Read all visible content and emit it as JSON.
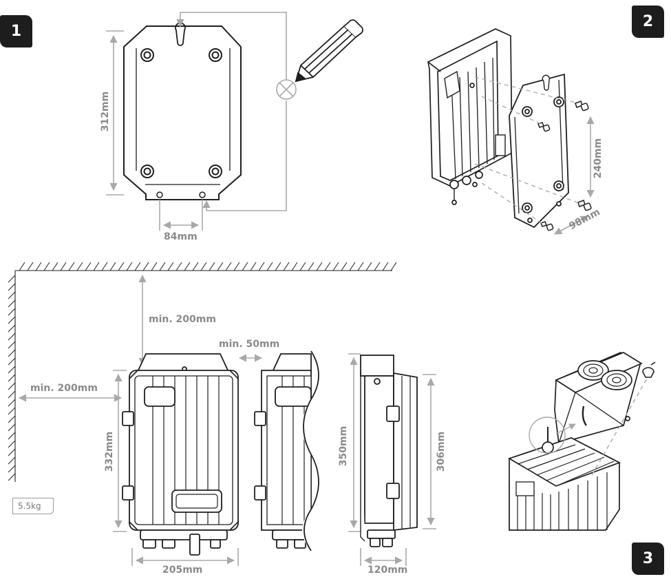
{
  "steps": {
    "step1": "1",
    "step2": "2",
    "step3": "3"
  },
  "dimensions": {
    "height_312": "312mm",
    "hole_spacing_84": "84mm",
    "hole_vertical_240": "240mm",
    "hole_horizontal_98": "98mm",
    "clearance_top": "min. 200mm",
    "clearance_side": "min. 50mm",
    "clearance_left": "min. 200mm",
    "height_332": "332mm",
    "height_350": "350mm",
    "height_306": "306mm",
    "width_205": "205mm",
    "depth_120": "120mm"
  },
  "weight": "5.5kg",
  "colors": {
    "line": "#1e1e1e",
    "dimension": "#a8a8a8",
    "step_badge": "#1d1d1d"
  }
}
